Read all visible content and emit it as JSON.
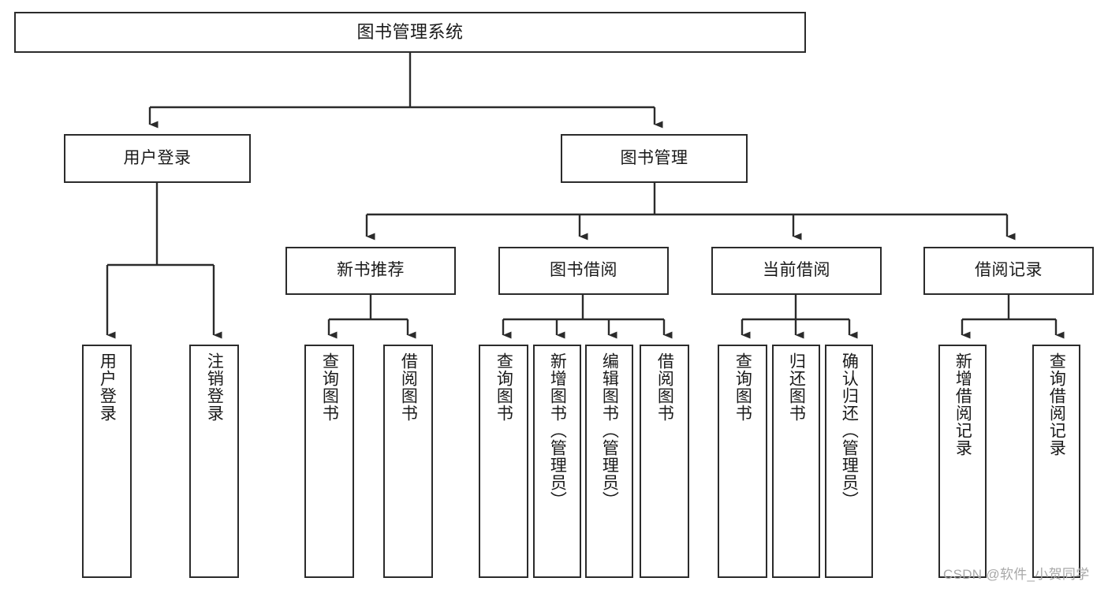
{
  "diagram": {
    "type": "tree",
    "title": "图书管理系统",
    "theme": {
      "background": "#ffffff",
      "node_border": "#2b2b2b",
      "node_fill": "#ffffff",
      "text": "#1a1a1a",
      "connector": "#2b2b2b",
      "watermark": "#a8a8a8"
    },
    "nodes": {
      "root": {
        "label": "图书管理系统"
      },
      "level2": [
        {
          "label": "用户登录"
        },
        {
          "label": "图书管理"
        }
      ],
      "level3": [
        {
          "label": "新书推荐"
        },
        {
          "label": "图书借阅"
        },
        {
          "label": "当前借阅"
        },
        {
          "label": "借阅记录"
        }
      ],
      "leaves": {
        "user_login": [
          {
            "label": "用户登录"
          },
          {
            "label": "注销登录"
          }
        ],
        "new_book_recommend": [
          {
            "label": "查询图书"
          },
          {
            "label": "借阅图书"
          }
        ],
        "book_borrow": [
          {
            "label": "查询图书"
          },
          {
            "label": "新增图书（管理员）"
          },
          {
            "label": "编辑图书（管理员）"
          },
          {
            "label": "借阅图书"
          }
        ],
        "current_borrow": [
          {
            "label": "查询图书"
          },
          {
            "label": "归还图书"
          },
          {
            "label": "确认归还（管理员）"
          }
        ],
        "borrow_record": [
          {
            "label": "新增借阅记录"
          },
          {
            "label": "查询借阅记录"
          }
        ]
      }
    },
    "watermark": "CSDN @软件_小贺同学"
  }
}
